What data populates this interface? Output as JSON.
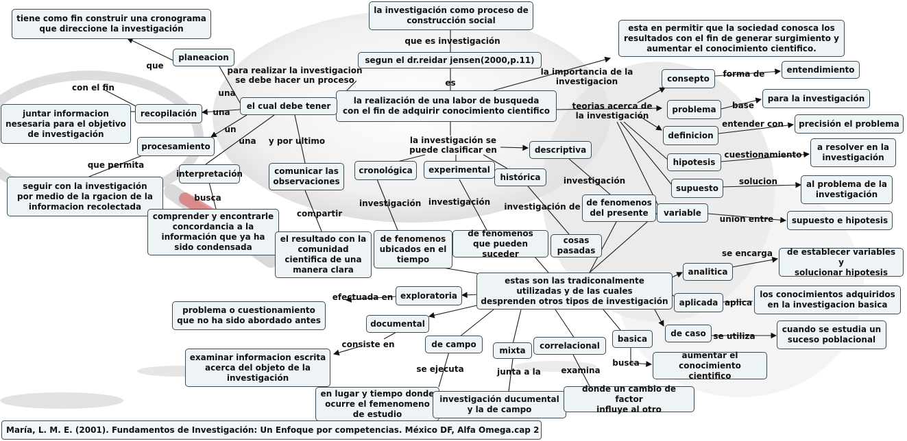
{
  "nodes": {
    "proceso": "la investigación como proceso de\nconstrucción social",
    "jensen": "segun el dr.reidar jensen(2000,p.11)",
    "realizacion": "la realización de una labor de busqueda\ncon el fin de adquirir conocimiento cientifico",
    "debe_tener": "el cual debe tener",
    "planeacion": "planeacion",
    "cronograma": "tiene como fin construir una cronograma\nque direccione  la investigación",
    "recopilacion": "recopilación",
    "juntar": "juntar informacion\nnesesaria para el objetivo\nde investigación",
    "procesamiento": "procesamiento",
    "seguir": "seguir con la investigación\npor medio de la rgacion de la\ninformacion recolectada",
    "interpretacion": "interpretación",
    "comprender": "comprender y encontrarle\nconcordancia a la\ninformación que ya ha\nsido condensada",
    "comunicar": "comunicar las\nobservaciones",
    "resultado": "el resultado con la\ncomunidad\ncientifica de una\nmanera clara",
    "importancia": "esta en permitir que la sociedad conosca los\nresultados con el fin de generar surgimiento y\naumentar el conocimiento cientifico.",
    "concepto": "consepto",
    "entendimiento": "entendimiento",
    "problema": "problema",
    "para_inv": "para la investigación",
    "definicion": "definicion",
    "precision": "precisión el problema",
    "hipotesis": "hipotesis",
    "resolver": "a resolver en la\ninvestigación",
    "supuesto": "supuesto",
    "al_problema": "al problema de la\ninvestigación",
    "variable": "variable",
    "sup_hip": "supuesto e hipotesis",
    "cronologica": "cronológica",
    "experimental": "experimental",
    "historica": "histórica",
    "descriptiva": "descriptiva",
    "fen_presente": "de fenomenos\ndel presente",
    "fen_tiempo": "de fenomenos\nubicados en el\ntiempo",
    "fen_suceder": "de fenomenos\nque pueden suceder",
    "cosas_pasadas": "cosas\npasadas",
    "tradicionales": "estas son las tradiconalmente\nutilizadas y de las cuales\ndesprenden otros tipos de investigación",
    "analitica": "analitica",
    "establecer": "de establecer variables y\nsolucionar hipotesis",
    "aplicada": "aplicada",
    "conocimientos": "los conocimientos adquiridos\nen la investigacion basica",
    "de_caso": "de caso",
    "suceso": "cuando se estudia un\nsuceso poblacional",
    "basica": "basica",
    "aumentar": "aumentar el conocimiento\ncientifico",
    "exploratoria": "exploratoria",
    "problema_cuest": "problema o cuestionamiento\nque no ha sido abordado antes",
    "documental": "documental",
    "examinar": "examinar informacion escrita\nacerca del objeto de la\ninvestigación",
    "de_campo": "de campo",
    "lugar": "en lugar y tiempo donde\nocurre el femenomeno\nde estudio",
    "mixta": "mixta",
    "inv_doc_campo": "investigación ducumental\ny la de campo",
    "correlacional": "correlacional",
    "cambio": "donde un cambio de factor\ninfluye al otro"
  },
  "links": {
    "que_es": "que es investigación",
    "es": "es",
    "para_realizar": "para realizar la investigacion\nse debe hacer un proceso",
    "una1": "una",
    "una2": "una",
    "una3": "una",
    "un": "un",
    "que": "que",
    "con_el_fin": "con el fin",
    "que_permita": "que permita",
    "busca": "busca",
    "y_por_ultimo": "y por ultimo",
    "compartir": "compartir",
    "la_importancia": "la importancia de la\ninvestigacion",
    "teorias": "teorias acerca de\nla investigación",
    "forma_de": "forma de",
    "base": "base",
    "entender_con": "entender con",
    "cuestionamiento": "cuestionamiento",
    "solucion": "solucion",
    "union_entre": "union entre",
    "clasificar": "la investigación se\npuede clasificar en",
    "investigacion1": "investigación",
    "investigacion2": "investigación",
    "investigacion3": "investigación",
    "investigacion_de": "investigación de",
    "se_encarga": "se encarga",
    "aplica": "aplica",
    "se_utiliza": "se utiliza",
    "busca2": "busca",
    "efectuada_en": "efectuada en",
    "consiste_en": "consiste en",
    "se_ejecuta": "se ejecuta",
    "junta_a_la": "junta a la",
    "examina": "examina"
  },
  "citation": "María, L. M. E. (2001). Fundamentos de Investigación: Un Enfoque por competencias. México DF, Alfa Omega.cap 2"
}
